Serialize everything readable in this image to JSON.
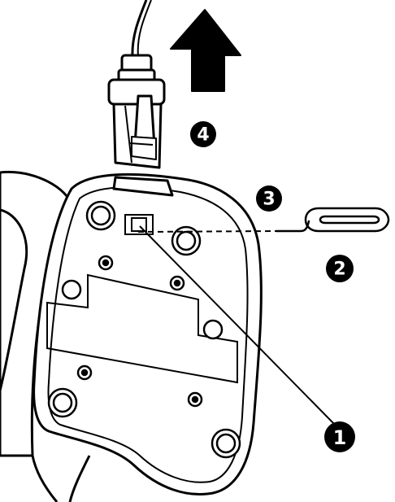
{
  "callouts": [
    {
      "id": "step-1",
      "label": "1"
    },
    {
      "id": "step-2",
      "label": "2"
    },
    {
      "id": "step-3",
      "label": "3"
    },
    {
      "id": "step-4",
      "label": "4"
    }
  ],
  "colors": {
    "line": "#000000",
    "fill": "#ffffff",
    "badge": "#000000",
    "badge_text": "#ffffff"
  },
  "icons": [
    "up-arrow-icon",
    "reset-pin-icon",
    "cable-plug-icon"
  ]
}
